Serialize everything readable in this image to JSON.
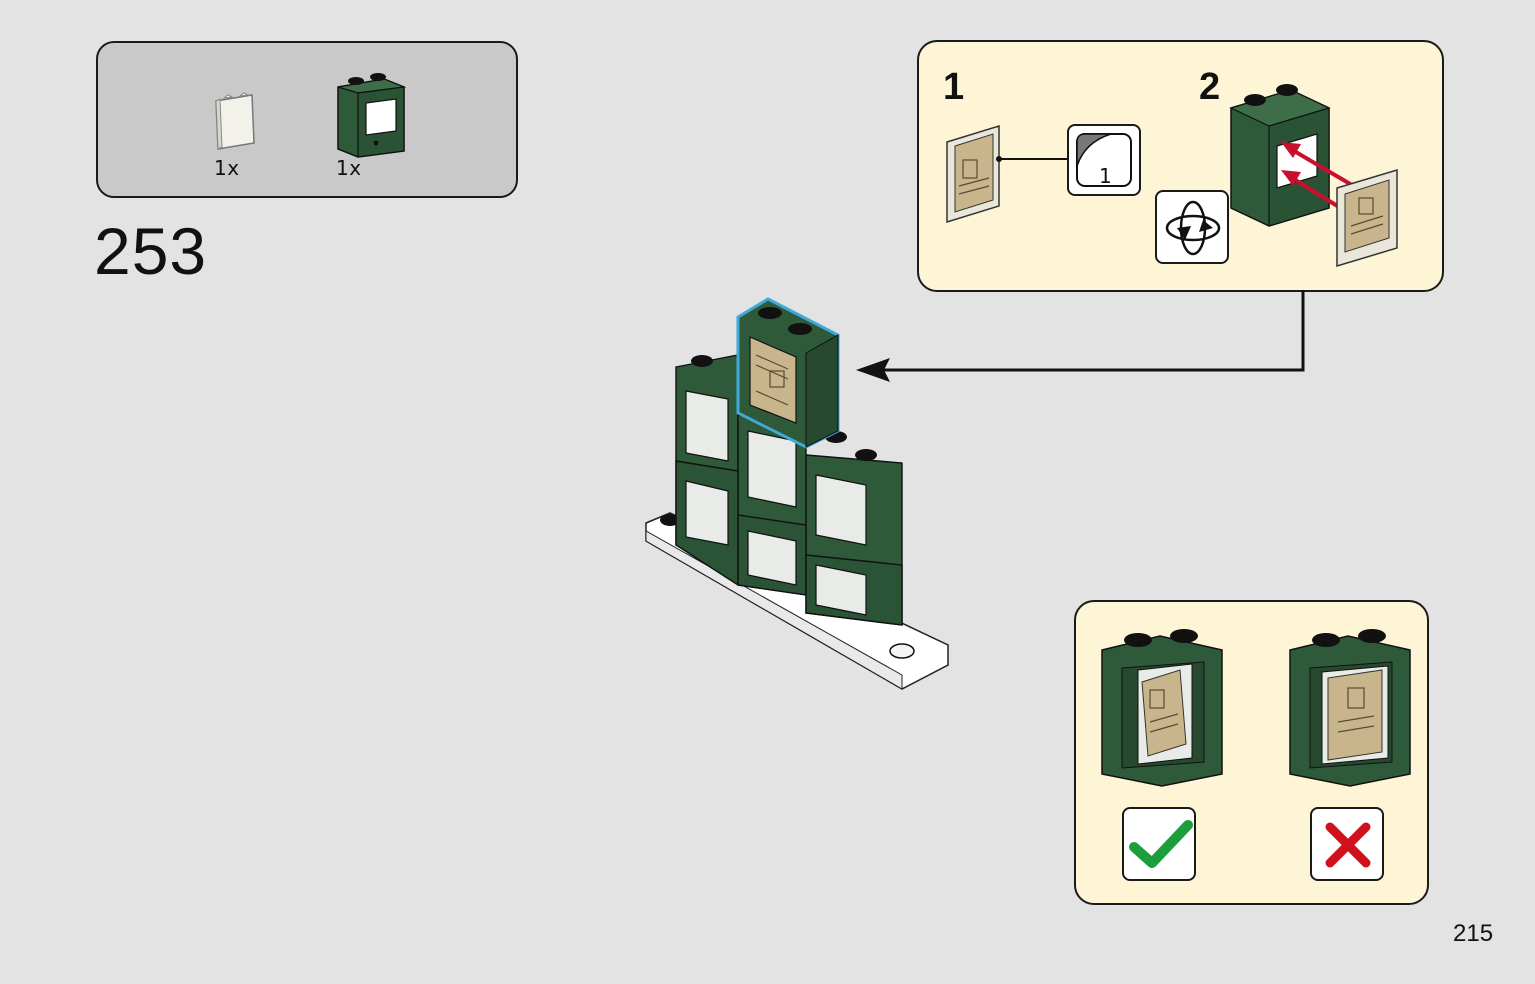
{
  "parts_list": {
    "items": [
      {
        "name": "transparent-glass-pane",
        "qty": "1x"
      },
      {
        "name": "dark-green-window-frame",
        "qty": "1x"
      }
    ]
  },
  "step": {
    "number": "253"
  },
  "callout_top": {
    "substep_1": "1",
    "substep_2": "2",
    "sticker_number": "1"
  },
  "callout_check": {
    "correct_icon": "green-checkmark-icon",
    "wrong_icon": "red-x-icon"
  },
  "page": {
    "number": "215"
  },
  "colors": {
    "background": "#e3e3e3",
    "parts_box": "#c9c9c9",
    "callout_bg": "#fdf5d5",
    "brick_green": "#2f5a3a",
    "highlight": "#3fa9d8",
    "arrow_red": "#c8102e",
    "check_green": "#1e9e3a",
    "x_red": "#d0101a"
  }
}
